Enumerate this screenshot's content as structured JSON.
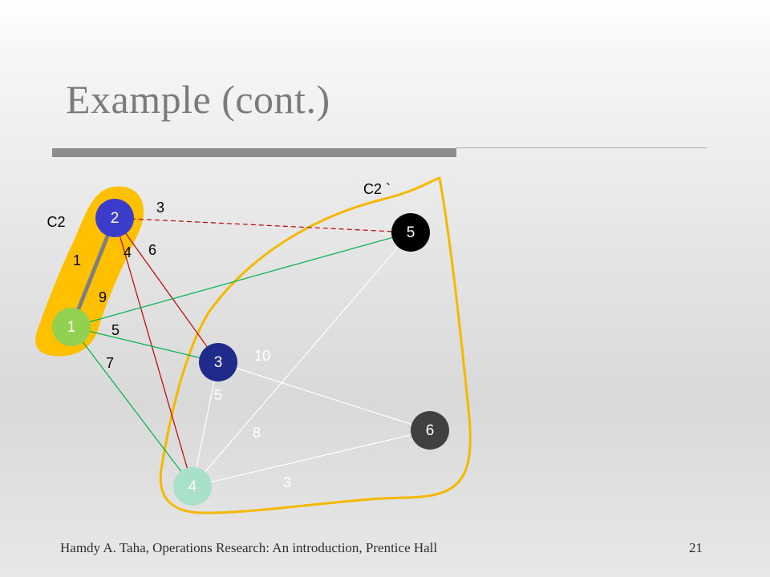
{
  "slide": {
    "title": "Example (cont.)",
    "footer_citation": "Hamdy A. Taha, Operations Research: An introduction, Prentice Hall",
    "page_number": "21"
  },
  "diagram": {
    "regions": {
      "c2_label": "C2",
      "c2_complement_label": "C2 `"
    },
    "nodes": [
      {
        "id": "1",
        "label": "1",
        "color": "#92d050"
      },
      {
        "id": "2",
        "label": "2",
        "color": "#3b3bcc"
      },
      {
        "id": "3",
        "label": "3",
        "color": "#1f2a8a"
      },
      {
        "id": "4",
        "label": "4",
        "color": "#a8e0c8"
      },
      {
        "id": "5",
        "label": "5",
        "color": "#000000"
      },
      {
        "id": "6",
        "label": "6",
        "color": "#404040"
      }
    ],
    "edges": [
      {
        "from": "1",
        "to": "2",
        "weight": "1",
        "style": "tree"
      },
      {
        "from": "2",
        "to": "5",
        "weight": "3",
        "style": "dashed-red"
      },
      {
        "from": "2",
        "to": "3",
        "weight": "6",
        "style": "red"
      },
      {
        "from": "2",
        "to": "4",
        "weight": "4",
        "style": "red"
      },
      {
        "from": "1",
        "to": "5",
        "weight": "9",
        "style": "green"
      },
      {
        "from": "1",
        "to": "3",
        "weight": "5",
        "style": "green"
      },
      {
        "from": "1",
        "to": "4",
        "weight": "7",
        "style": "green"
      },
      {
        "from": "3",
        "to": "6",
        "weight": "10",
        "style": "white"
      },
      {
        "from": "3",
        "to": "4",
        "weight": "5",
        "style": "white"
      },
      {
        "from": "5",
        "to": "4",
        "weight": "8",
        "style": "white"
      },
      {
        "from": "4",
        "to": "6",
        "weight": "3",
        "style": "white"
      }
    ],
    "colors": {
      "region_fill": "#ffc000",
      "region_outline": "#f5b800",
      "red_edge": "#c00000",
      "green_edge": "#00b050",
      "white_edge": "#ffffff",
      "tree_edge": "#7f7f7f"
    }
  }
}
